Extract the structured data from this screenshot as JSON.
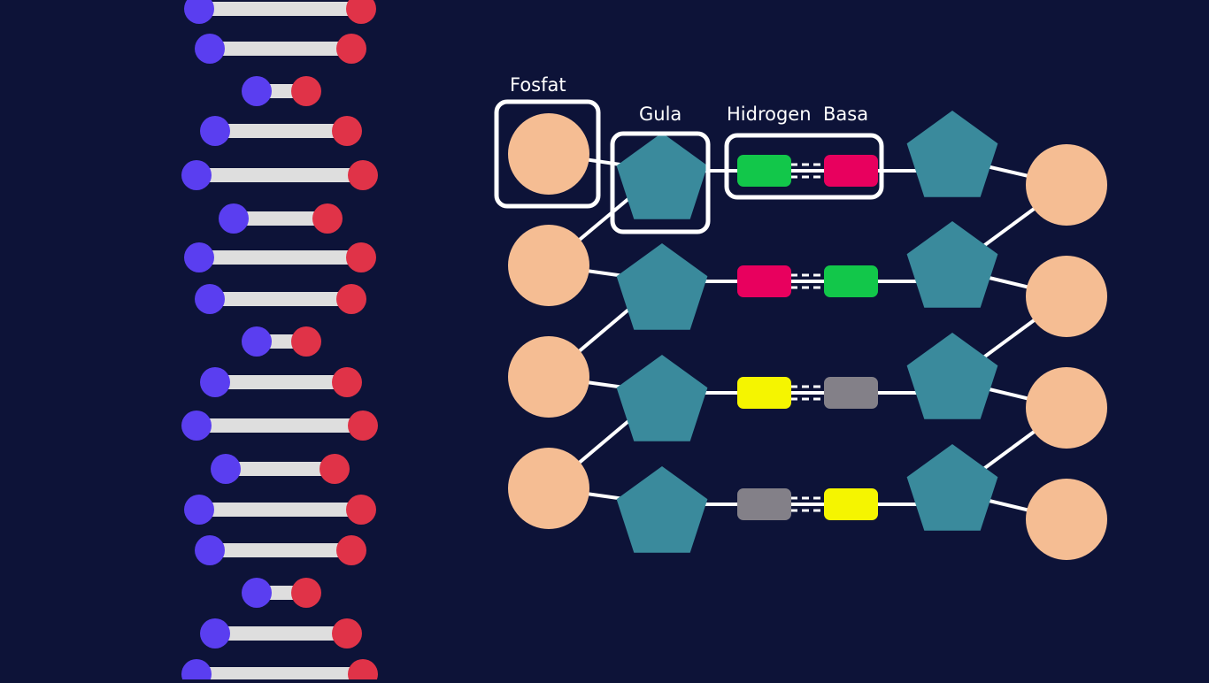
{
  "labels": {
    "phosphate": "Fosfat",
    "sugar": "Gula",
    "hydrogen": "Hidrogen",
    "base": "Basa"
  },
  "colors": {
    "background": "#0d1338",
    "phosphate": "#f5bd93",
    "sugar": "#3a8a9c",
    "helix_rung": "#dedede",
    "helix_left_ball": "#5a3ef0",
    "helix_right_ball": "#e03348",
    "base_green": "#12c74a",
    "base_magenta": "#e8005e",
    "base_yellow": "#f5f500",
    "base_gray": "#838088",
    "highlight_box": "#ffffff"
  },
  "base_pairs": [
    {
      "left": "green",
      "right": "magenta"
    },
    {
      "left": "magenta",
      "right": "green"
    },
    {
      "left": "yellow",
      "right": "gray"
    },
    {
      "left": "gray",
      "right": "yellow"
    }
  ]
}
